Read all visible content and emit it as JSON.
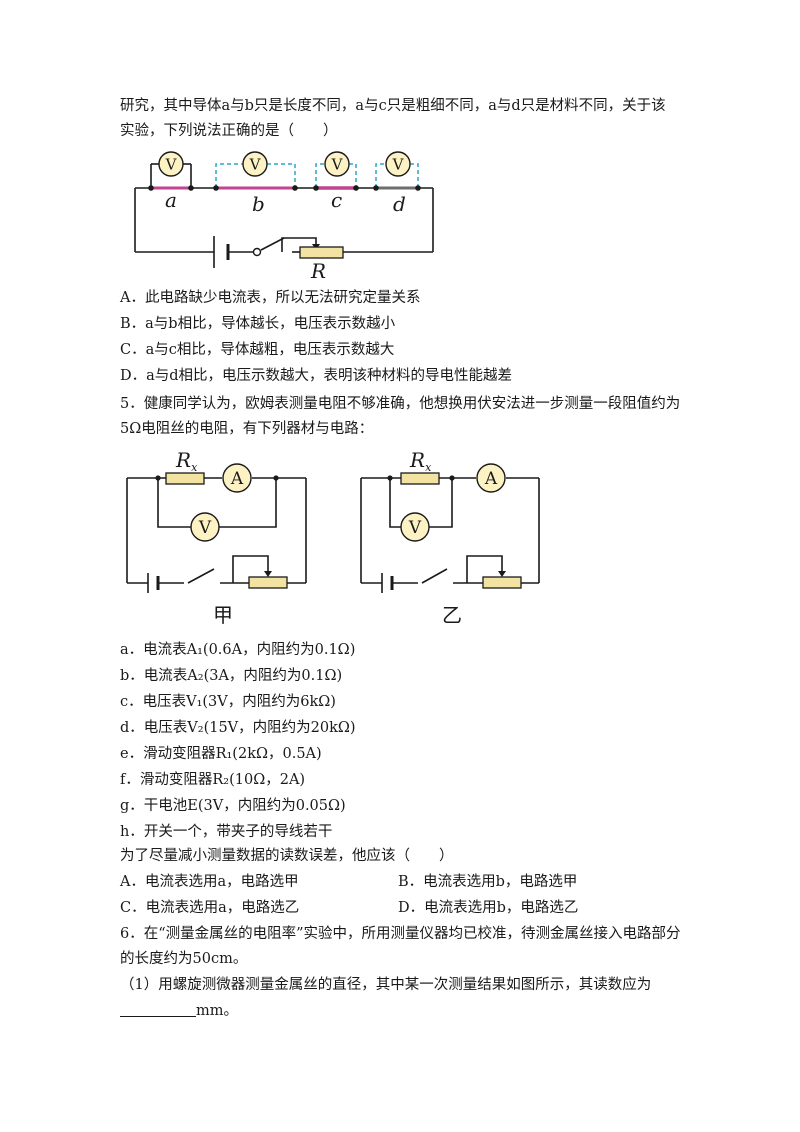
{
  "q4": {
    "stem_1": "研究，其中导体a与b只是长度不同，a与c只是粗细不同，a与d只是材料不同，关于该",
    "stem_2": "实验，下列说法正确的是（　　）",
    "figure": {
      "conductor_labels": [
        "a",
        "b",
        "c",
        "d"
      ],
      "meter_label": "V",
      "rheostat_label": "R",
      "colors": {
        "wire": "#1a1a1a",
        "conductor": "#c0448f",
        "dashed": "#2aa7c9",
        "meter_fill": "#fdf2c4",
        "resistor_fill": "#f3e3a3"
      }
    },
    "options": [
      "A．此电路缺少电流表，所以无法研究定量关系",
      "B．a与b相比，导体越长，电压表示数越小",
      "C．a与c相比，导体越粗，电压表示数越大",
      "D．a与d相比，电压示数越大，表明该种材料的导电性能越差"
    ]
  },
  "q5": {
    "stem_1": "5．健康同学认为，欧姆表测量电阻不够准确，他想换用伏安法进一步测量一段阻值约为",
    "stem_2": "5Ω电阻丝的电阻，有下列器材与电路：",
    "figures": {
      "rx_label": "R",
      "rx_sub": "x",
      "ammeter": "A",
      "voltmeter": "V",
      "caption_jia": "甲",
      "caption_yi": "乙"
    },
    "equipment": [
      "a．电流表A₁(0.6A，内阻约为0.1Ω)",
      "b．电流表A₂(3A，内阻约为0.1Ω)",
      "c．电压表V₁(3V，内阻约为6kΩ)",
      "d．电压表V₂(15V，内阻约为20kΩ)",
      "e．滑动变阻器R₁(2kΩ，0.5A)",
      "f．滑动变阻器R₂(10Ω，2A)",
      "g．干电池E(3V，内阻约为0.05Ω)",
      "h．开关一个，带夹子的导线若干"
    ],
    "question": "为了尽量减小测量数据的读数误差，他应该（　　）",
    "options": [
      "A．电流表选用a，电路选甲",
      "B．电流表选用b，电路选甲",
      "C．电流表选用a，电路选乙",
      "D．电流表选用b，电路选乙"
    ]
  },
  "q6": {
    "stem_1": "6．在“测量金属丝的电阻率”实验中，所用测量仪器均已校准，待测金属丝接入电路部分",
    "stem_2": "的长度约为50cm。",
    "part1_1": "（1）用螺旋测微器测量金属丝的直径，其中某一次测量结果如图所示，其读数应为",
    "part1_unit": "mm。"
  }
}
